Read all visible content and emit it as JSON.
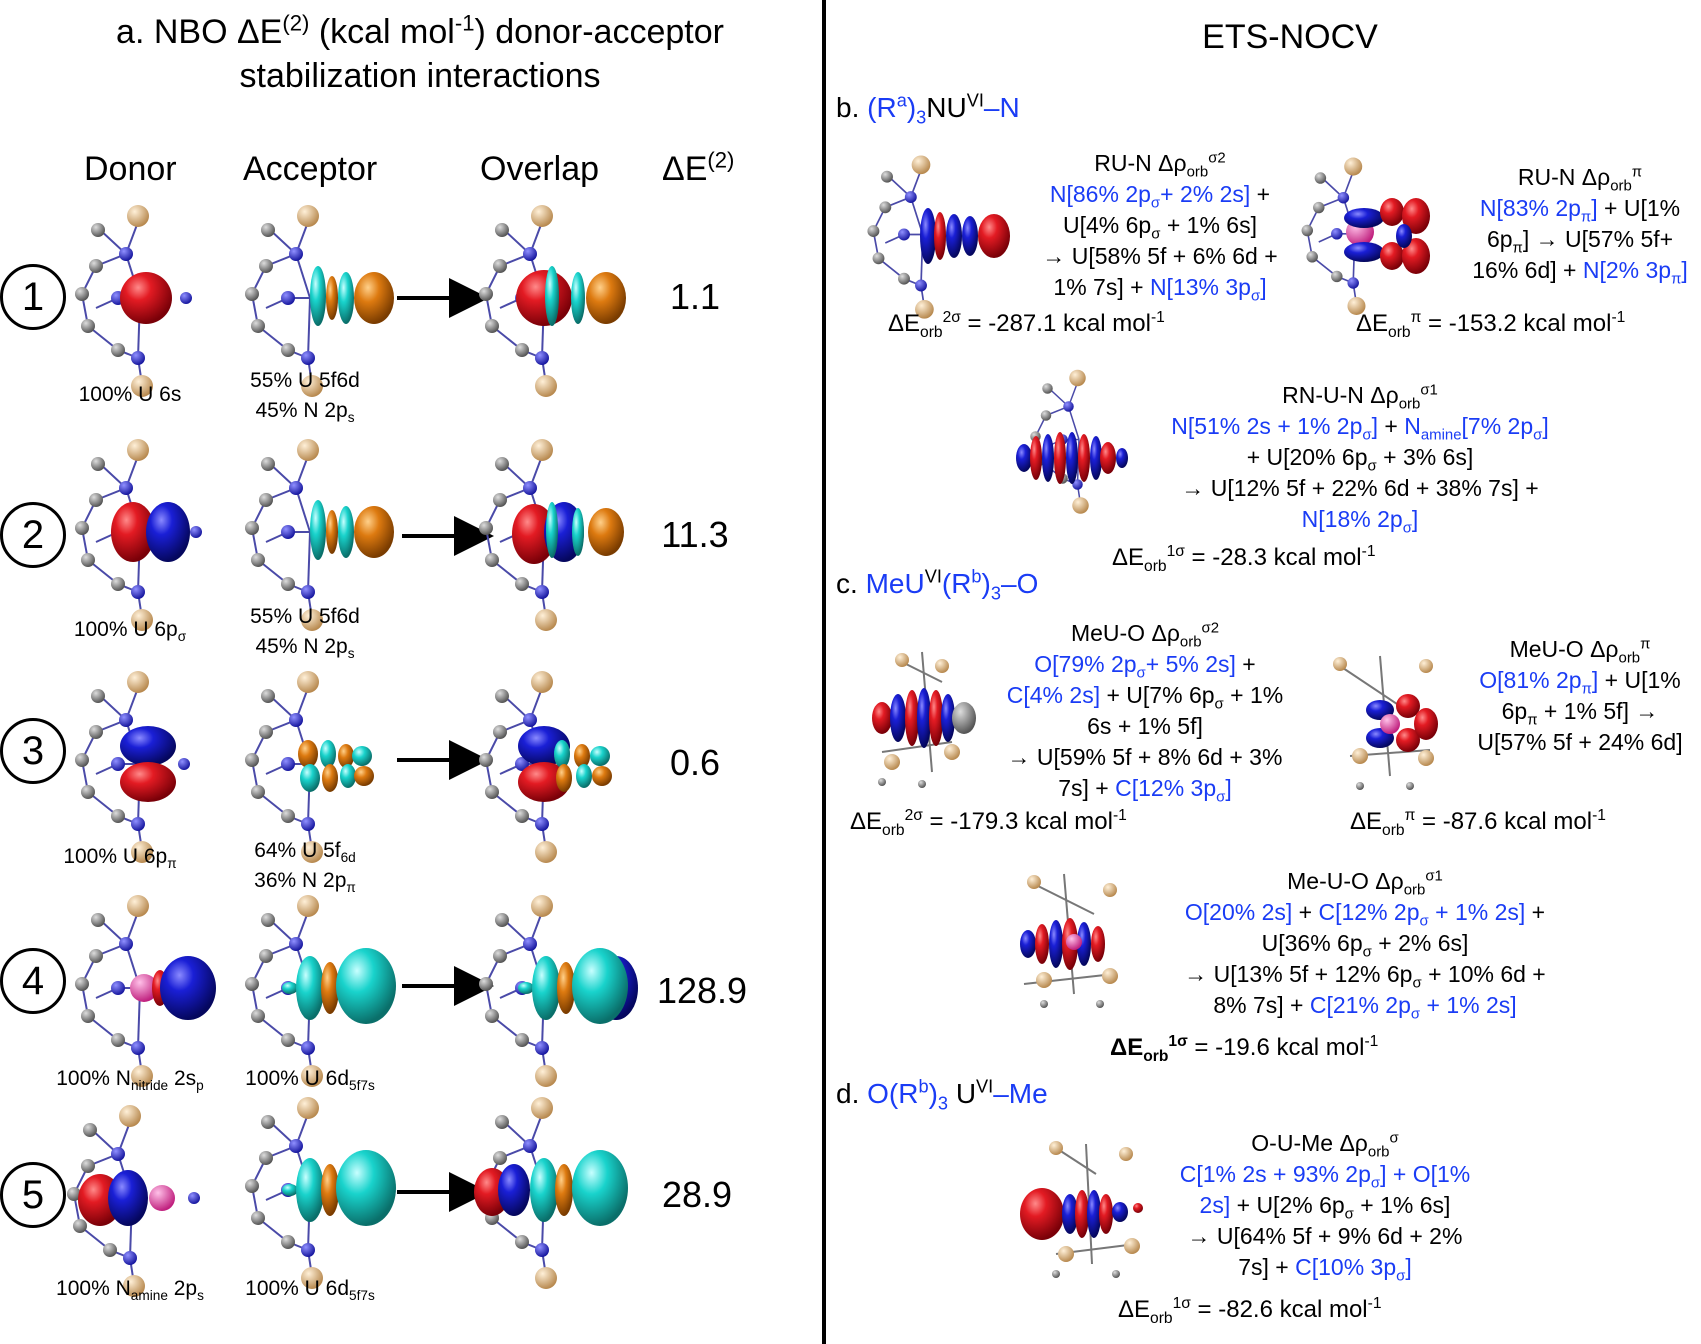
{
  "left": {
    "title_l1": "a. NBO ΔE",
    "title_sup": "(2)",
    "title_l1b": " (kcal mol",
    "title_sup2": "-1",
    "title_l1c": ") donor-acceptor",
    "title_l2": "stabilization interactions",
    "col_donor": "Donor",
    "col_acceptor": "Acceptor",
    "col_overlap": "Overlap",
    "col_de": "ΔE",
    "col_de_sup": "(2)",
    "rows": [
      {
        "n": "1",
        "de": "1.1",
        "donor_a": "100% U 6s",
        "donor_sub": "",
        "donor_b": "",
        "acc1": "55% U 5f6d",
        "acc2a": "45% N 2p",
        "acc2sub": "s"
      },
      {
        "n": "2",
        "de": "11.3",
        "donor_a": "100% U 6p",
        "donor_sub": "σ",
        "donor_b": "",
        "acc1": "55% U 5f6d",
        "acc2a": "45% N 2p",
        "acc2sub": "s"
      },
      {
        "n": "3",
        "de": "0.6",
        "donor_a": "100% U 6p",
        "donor_sub": "π",
        "donor_b": "",
        "acc1a": "64% U 5f",
        "acc1sub": "6d",
        "acc2a": "36% N 2p",
        "acc2sub": "π"
      },
      {
        "n": "4",
        "de": "128.9",
        "donor_a": "100% N",
        "donor_sub": "nitride",
        "donor_b": " 2s",
        "donor_sub2": "p",
        "acc1a": "100% U 6d",
        "acc1sub": "5f7s"
      },
      {
        "n": "5",
        "de": "28.9",
        "donor_a": "100% N",
        "donor_sub": "amine",
        "donor_b": " 2p",
        "donor_sub2": "s",
        "acc1a": "100% U 6d",
        "acc1sub": "5f7s"
      }
    ]
  },
  "right": {
    "title": "ETS-NOCV",
    "b_label": "b.",
    "b_formula": [
      "(R",
      "a",
      ")",
      "3",
      "NU",
      "VI",
      "–N"
    ],
    "c_label": "c.",
    "c_formula": [
      "MeU",
      "VI",
      "(R",
      "b",
      ")",
      "3",
      "–O"
    ],
    "d_label": "d.",
    "d_formula": [
      "O(R",
      "b",
      ")",
      "3",
      " U",
      "VI",
      "–Me"
    ],
    "b1": {
      "head": "RU-N Δρ",
      "head_sub": "orb",
      "head_sup": "σ2",
      "l1_blue": "N[86% 2p",
      "l1_sub": "σ",
      "l1_blue2": "+ 2% 2s]",
      "l1_black": " +",
      "l2": "U[4% 6p",
      "l2_sub": "σ",
      "l2b": " + 1% 6s]",
      "l3": "→ U[58% 5f + 6% 6d +",
      "l4": "1% 7s] + ",
      "l4_blue": "N[13% 3p",
      "l4_sub": "σ",
      "l4_blue2": "]",
      "e": "ΔE",
      "e_sub": "orb",
      "e_sup": "2σ",
      "e_val": " = -287.1 kcal mol",
      "e_sup2": "-1"
    },
    "b2": {
      "head": "RU-N Δρ",
      "head_sub": "orb",
      "head_sup": "π",
      "l1_blue": "N[83% 2p",
      "l1_sub": "π",
      "l1_blue2": "]",
      "l1_black": " + U[1%",
      "l2": "6p",
      "l2_sub": "π",
      "l2b": "] → U[57% 5f+",
      "l3": "16% 6d] + ",
      "l3_blue": "N[2% 3p",
      "l3_sub": "π",
      "l3_blue2": "]",
      "e": "ΔE",
      "e_sub": "orb",
      "e_sup": "π",
      "e_val": " = -153.2 kcal mol",
      "e_sup2": "-1"
    },
    "b3": {
      "head": "RN-U-N Δρ",
      "head_sub": "orb",
      "head_sup": "σ1",
      "l1_blue": "N[51% 2s + 1% 2p",
      "l1_sub": "σ",
      "l1_blue2": "]",
      "l1_black": " + ",
      "l1_blue3": "N",
      "l1_sub3": "amine",
      "l1_blue4": "[7% 2p",
      "l1_sub4": "σ",
      "l1_blue5": "]",
      "l2": "+ U[20% 6p",
      "l2_sub": "σ",
      "l2b": " + 3% 6s]",
      "l3": "→ U[12% 5f + 22% 6d + 38% 7s] +",
      "l4_blue": "N[18% 2p",
      "l4_sub": "σ",
      "l4_blue2": "]",
      "e": "ΔE",
      "e_sub": "orb",
      "e_sup": "1σ",
      "e_val": " = -28.3 kcal mol",
      "e_sup2": "-1"
    },
    "c1": {
      "head": "MeU-O Δρ",
      "head_sub": "orb",
      "head_sup": "σ2",
      "l1_blue": "O[79% 2p",
      "l1_sub": "σ",
      "l1_blue2": "+ 5% 2s]",
      "l1_black": " +",
      "l2_blue": "C[4% 2s]",
      "l2": " + U[7% 6p",
      "l2_sub": "σ",
      "l2b": " + 1%",
      "l3": "6s + 1% 5f]",
      "l4": "→ U[59% 5f + 8% 6d + 3%",
      "l5": "7s] + ",
      "l5_blue": "C[12% 3p",
      "l5_sub": "σ",
      "l5_blue2": "]",
      "e": "ΔE",
      "e_sub": "orb",
      "e_sup": "2σ",
      "e_val": " = -179.3 kcal mol",
      "e_sup2": "-1"
    },
    "c2": {
      "head": "MeU-O Δρ",
      "head_sub": "orb",
      "head_sup": "π",
      "l1_blue": "O[81% 2p",
      "l1_sub": "π",
      "l1_blue2": "]",
      "l1_black": " + U[1%",
      "l2": "6p",
      "l2_sub": "π",
      "l2b": " + 1% 5f] →",
      "l3": "U[57% 5f + 24% 6d]",
      "e": "ΔE",
      "e_sub": "orb",
      "e_sup": "π",
      "e_val": " = -87.6 kcal mol",
      "e_sup2": "-1"
    },
    "c3": {
      "head": "Me-U-O Δρ",
      "head_sub": "orb",
      "head_sup": "σ1",
      "l1_blue": "O[20% 2s]",
      "l1_black": " + ",
      "l1_blue2": "C[12% 2p",
      "l1_sub": "σ",
      "l1_blue3": " + 1% 2s]",
      "l1_black2": " +",
      "l2": "U[36% 6p",
      "l2_sub": "σ",
      "l2b": " + 2% 6s]",
      "l3": "→ U[13% 5f + 12% 6p",
      "l3_sub": "σ",
      "l3b": " +  10% 6d +",
      "l4": "8% 7s] + ",
      "l4_blue": "C[21% 2p",
      "l4_sub": "σ",
      "l4_blue2": " + 1% 2s]",
      "e": "ΔE",
      "e_sub": "orb",
      "e_sup": "1σ",
      "e_val": " = -19.6 kcal mol",
      "e_sup2": "-1"
    },
    "d1": {
      "head": "O-U-Me Δρ",
      "head_sub": "orb",
      "head_sup": "σ",
      "l1_blue": "C[1% 2s + 93% 2p",
      "l1_sub": "σ",
      "l1_blue2": "] + O[1%",
      "l2_blue": "2s]",
      "l2": " + U[2% 6p",
      "l2_sub": "σ",
      "l2b": " + 1% 6s]",
      "l3": "→ U[64% 5f + 9% 6d + 2%",
      "l4": "7s] + ",
      "l4_blue": "C[10% 3p",
      "l4_sub": "σ",
      "l4_blue2": "]",
      "e": "ΔE",
      "e_sub": "orb",
      "e_sup": "1σ",
      "e_val": " = -82.6 kcal mol",
      "e_sup2": "-1"
    }
  },
  "colors": {
    "lobe_red": "#d8111c",
    "lobe_blue": "#1a1fd6",
    "lobe_cyan": "#19d3cc",
    "lobe_orange": "#dd7a10",
    "atom_gray": "#777777",
    "atom_tan": "#e8c493",
    "atom_blue": "#3030e0",
    "atom_pink": "#ee44aa",
    "text_blue": "#1a3cf5"
  }
}
